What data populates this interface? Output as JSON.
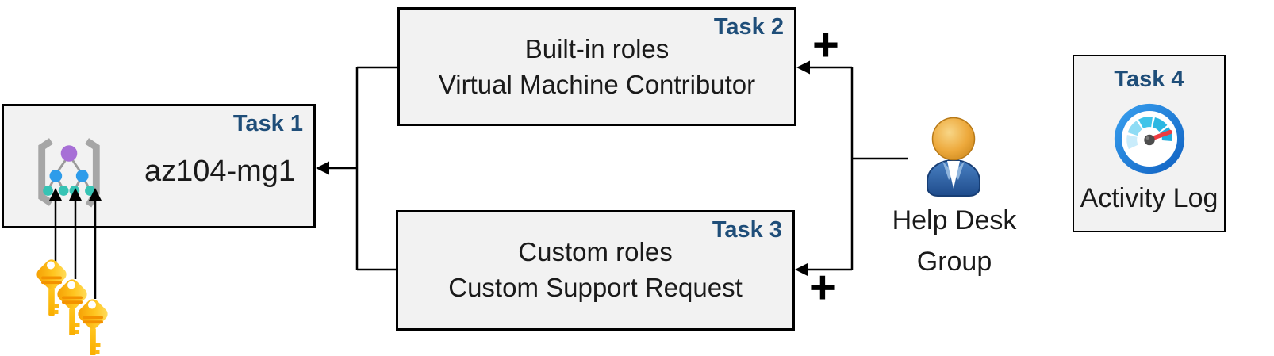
{
  "diagram": {
    "boxes": {
      "task1": {
        "label": "Task 1",
        "name": "az104-mg1",
        "icon": "management-group-icon"
      },
      "task2": {
        "label": "Task 2",
        "lines": [
          "Built-in roles",
          "Virtual Machine Contributor"
        ]
      },
      "task3": {
        "label": "Task 3",
        "lines": [
          "Custom roles",
          "Custom Support Request"
        ]
      },
      "task4": {
        "label": "Task 4",
        "caption": "Activity Log",
        "icon": "activity-log-gauge-icon"
      }
    },
    "actor": {
      "label_line1": "Help Desk",
      "label_line2": "Group",
      "icon": "user-icon"
    },
    "keys_icon": "keys-icon",
    "plus_sign": "+",
    "colors": {
      "task_label_navy": "#1f4e79",
      "box_fill": "#f2f2f2",
      "box_border": "#000000",
      "connector_black": "#000000",
      "key_gold": "#ffc51f",
      "key_stripe_orange": "#f39200",
      "person_body_blue": "#2e64a8",
      "person_head_gold": "#eda93c",
      "gauge_ring_blue": "#1e7fd8",
      "gauge_arc_teal": "#2bb8e0",
      "gauge_needle_red": "#ed3b40",
      "mg_node_purple": "#a76fd6",
      "mg_node_blue": "#2e9cea",
      "mg_node_teal": "#36c3b4"
    }
  }
}
